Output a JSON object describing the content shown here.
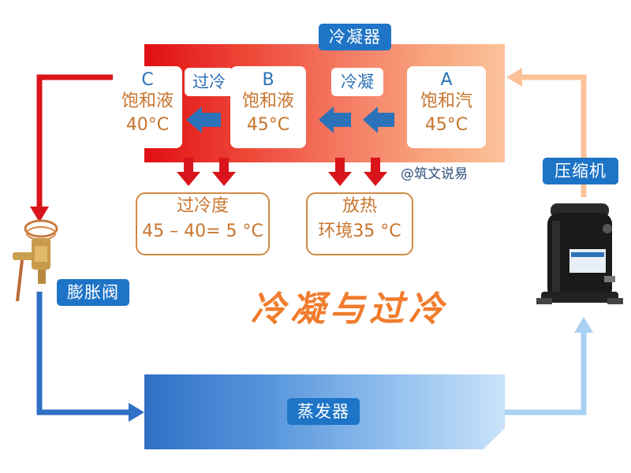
{
  "labels": {
    "condenser": "冷凝器",
    "evaporator": "蒸发器",
    "compressor": "压缩机",
    "expansion_valve": "膨胀阀",
    "subcooling": "过冷",
    "condensing": "冷凝",
    "watermark": "@筑文说易",
    "title": "冷凝与过冷"
  },
  "states": [
    {
      "letter": "C",
      "state": "饱和液",
      "temp": "40°C"
    },
    {
      "letter": "B",
      "state": "饱和液",
      "temp": "45°C"
    },
    {
      "letter": "A",
      "state": "饱和汽",
      "temp": "45°C"
    }
  ],
  "notes": {
    "subcool_line1": "过冷度",
    "subcool_line2": "45 – 40= 5 °C",
    "heat_line1": "放热",
    "heat_line2": "环境35 °C"
  },
  "colors": {
    "hot_red": "#e10f12",
    "warm_peach": "#fbc29a",
    "cold_blue": "#2f6fc4",
    "light_blue": "#c9e2fa",
    "label_blue": "#1e74c6",
    "title_orange": "#f07c2c",
    "note_brown": "#c8742c"
  }
}
